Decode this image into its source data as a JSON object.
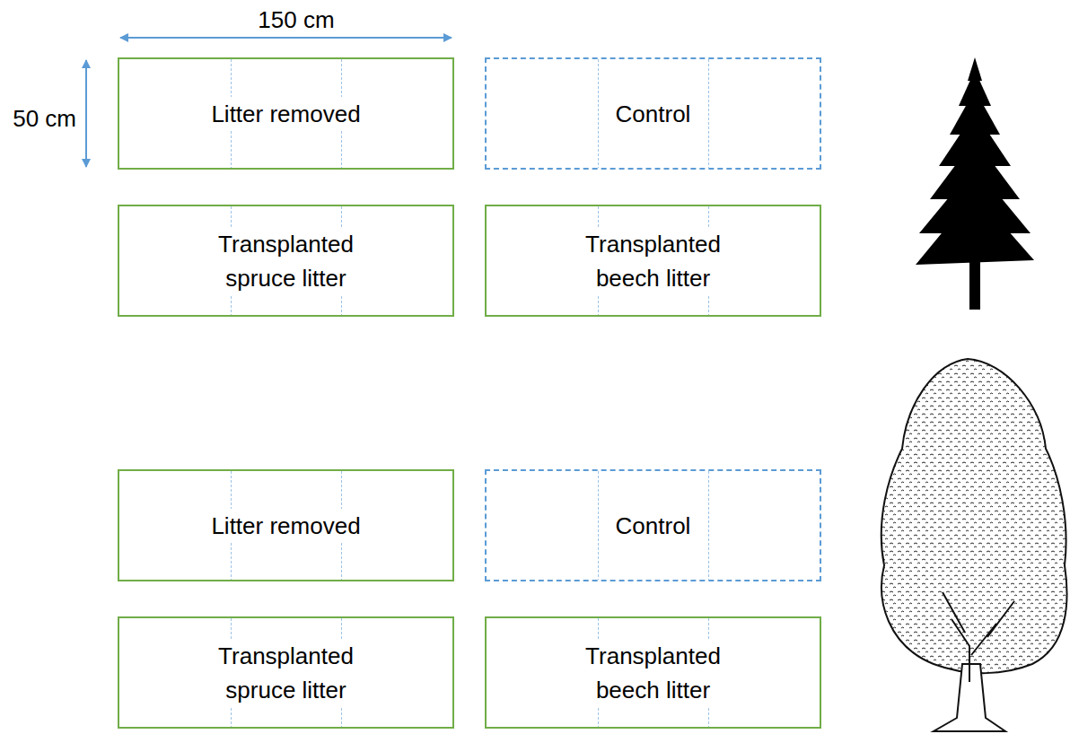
{
  "diagram": {
    "nodes": [
      {
        "text": [
          "Litter removed"
        ]
      },
      {
        "text": [
          "Control"
        ]
      },
      {
        "text": [
          "Transplanted spruce litter"
        ]
      },
      {
        "text": [
          "Transplanted beech litter"
        ]
      },
      {
        "text": [
          "Litter removed"
        ]
      },
      {
        "text": [
          "Control"
        ]
      },
      {
        "text": [
          "Transplanted spruce litter"
        ]
      },
      {
        "text": [
          "Transplanted beech litter"
        ]
      }
    ],
    "labels": [
      "150 cm",
      "50 cm"
    ]
  }
}
